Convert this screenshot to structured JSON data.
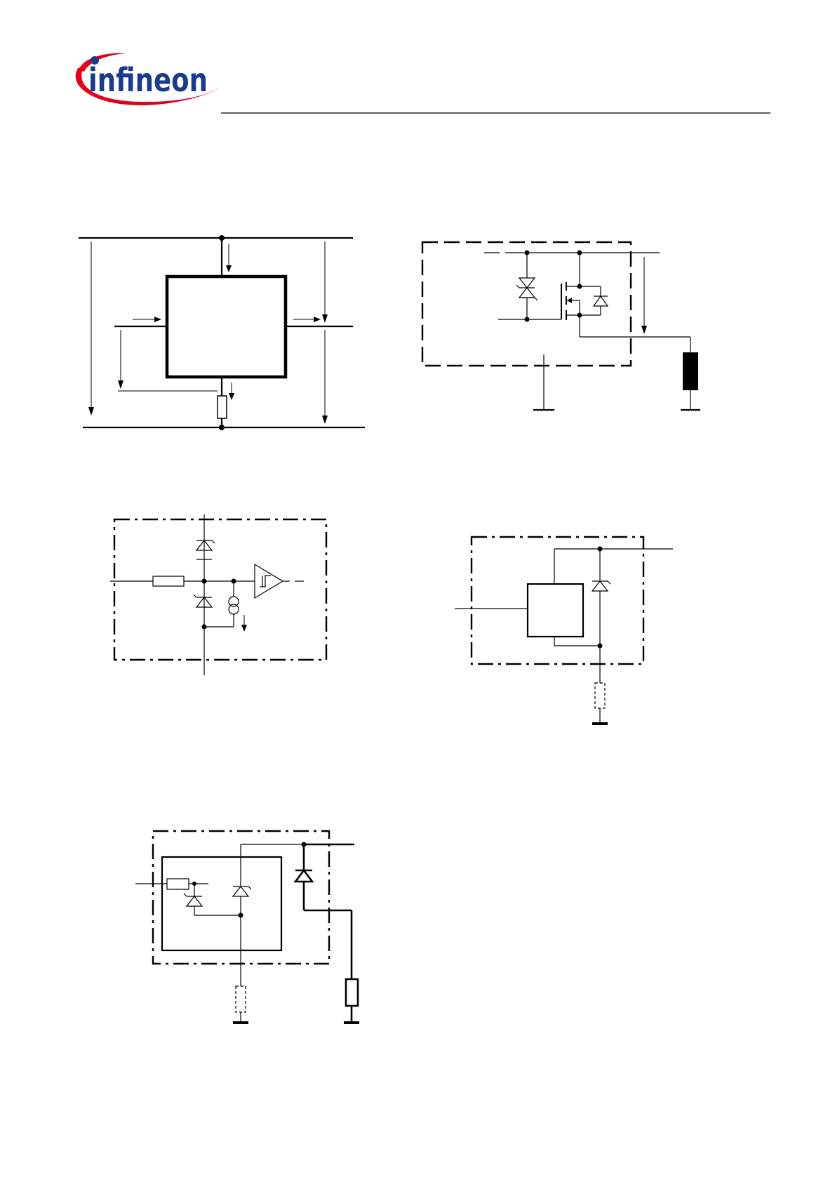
{
  "header": {
    "brand": "infineon",
    "logo_color": "#1a3a8c",
    "swoosh_color": "#e2001a",
    "dot_color": "#1a3a8c"
  },
  "diagrams": [
    {
      "id": "block-terminal-diagram",
      "labels": []
    },
    {
      "id": "high-side-switch-output-stage",
      "labels": []
    },
    {
      "id": "input-circuit",
      "labels": []
    },
    {
      "id": "status-output-circuit",
      "labels": []
    },
    {
      "id": "inductive-load-protection-circuit",
      "labels": []
    }
  ]
}
